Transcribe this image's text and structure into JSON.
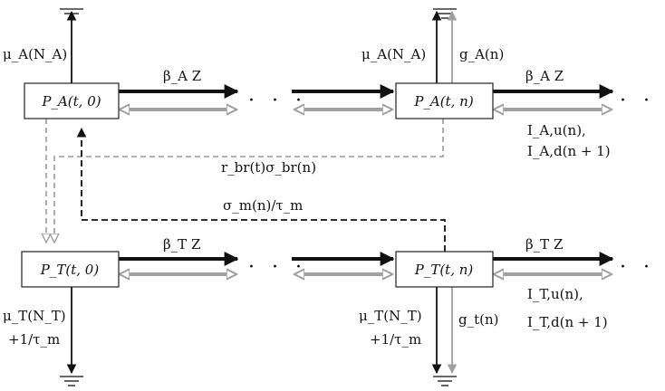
{
  "boxes": {
    "pa0": "P_A(t, 0)",
    "pan": "P_A(t, n)",
    "pt0": "P_T(t, 0)",
    "ptn": "P_T(t, n)"
  },
  "labels": {
    "mu_a_left": "μ_A(N_A)",
    "mu_a_right": "μ_A(N_A)",
    "g_a": "g_A(n)",
    "beta_a_left": "β_A Z",
    "beta_a_right": "β_A Z",
    "i_a": "I_A,u(n),",
    "i_a_d": "I_A,d(n + 1)",
    "rbr": "r_br(t)σ_br(n)",
    "sigma_m": "σ_m(n)/τ_m",
    "beta_t_left": "β_T Z",
    "beta_t_right": "β_T Z",
    "i_t": "I_T,u(n),",
    "i_t_d": "I_T,d(n + 1)",
    "mu_t_left": "μ_T(N_T)",
    "mu_t_left_2": "+1/τ_m",
    "mu_t_right": "μ_T(N_T)",
    "mu_t_right_2": "+1/τ_m",
    "g_t": "g_t(n)",
    "ellipsis": "· · ·"
  },
  "colors": {
    "black": "#111111",
    "gray": "#a0a0a0",
    "dash_gray": "#9a9a9a"
  }
}
